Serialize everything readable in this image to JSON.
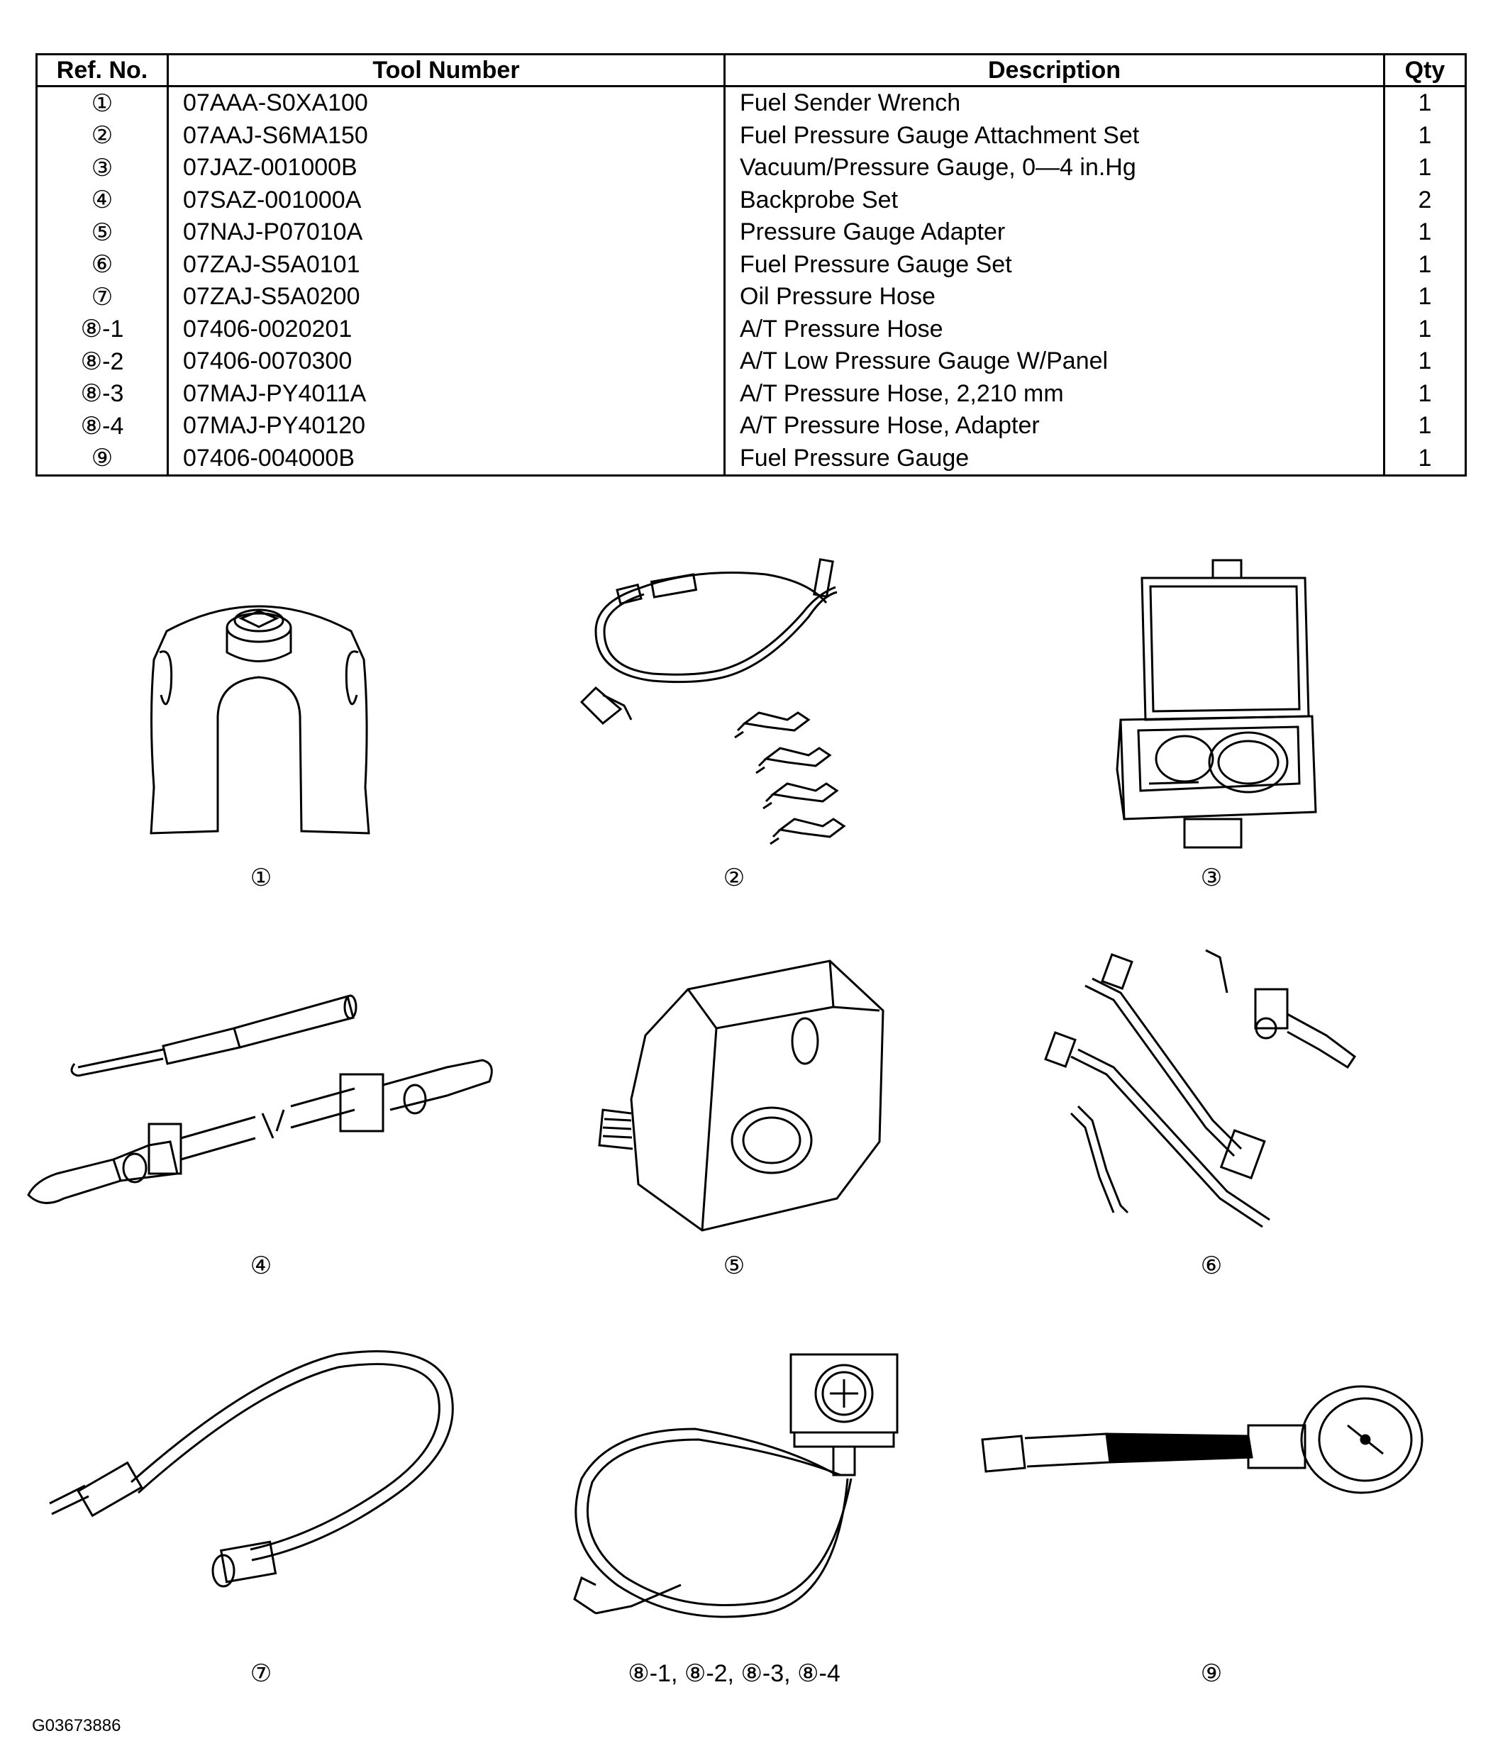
{
  "table": {
    "headers": {
      "ref": "Ref. No.",
      "tool": "Tool Number",
      "desc": "Description",
      "qty": "Qty"
    },
    "rows": [
      {
        "ref": "①",
        "tool": "07AAA-S0XA100",
        "desc": "Fuel Sender Wrench",
        "qty": "1"
      },
      {
        "ref": "②",
        "tool": "07AAJ-S6MA150",
        "desc": "Fuel Pressure Gauge Attachment Set",
        "qty": "1"
      },
      {
        "ref": "③",
        "tool": "07JAZ-001000B",
        "desc": "Vacuum/Pressure Gauge, 0—4 in.Hg",
        "qty": "1"
      },
      {
        "ref": "④",
        "tool": "07SAZ-001000A",
        "desc": "Backprobe Set",
        "qty": "2"
      },
      {
        "ref": "⑤",
        "tool": "07NAJ-P07010A",
        "desc": "Pressure Gauge Adapter",
        "qty": "1"
      },
      {
        "ref": "⑥",
        "tool": "07ZAJ-S5A0101",
        "desc": "Fuel Pressure Gauge Set",
        "qty": "1"
      },
      {
        "ref": "⑦",
        "tool": "07ZAJ-S5A0200",
        "desc": "Oil Pressure Hose",
        "qty": "1"
      },
      {
        "ref": "⑧-1",
        "tool": "07406-0020201",
        "desc": "A/T Pressure Hose",
        "qty": "1"
      },
      {
        "ref": "⑧-2",
        "tool": "07406-0070300",
        "desc": "A/T Low Pressure Gauge W/Panel",
        "qty": "1"
      },
      {
        "ref": "⑧-3",
        "tool": "07MAJ-PY4011A",
        "desc": "A/T Pressure Hose, 2,210 mm",
        "qty": "1"
      },
      {
        "ref": "⑧-4",
        "tool": "07MAJ-PY40120",
        "desc": "A/T Pressure Hose, Adapter",
        "qty": "1"
      },
      {
        "ref": "⑨",
        "tool": "07406-004000B",
        "desc": "Fuel Pressure Gauge",
        "qty": "1"
      }
    ]
  },
  "figures": {
    "f1": "①",
    "f2": "②",
    "f3": "③",
    "f4": "④",
    "f5": "⑤",
    "f6": "⑥",
    "f7": "⑦",
    "f8": "⑧-1, ⑧-2, ⑧-3, ⑧-4",
    "f9": "⑨"
  },
  "image_code": "G03673886",
  "colors": {
    "ink": "#000000",
    "paper": "#ffffff"
  }
}
